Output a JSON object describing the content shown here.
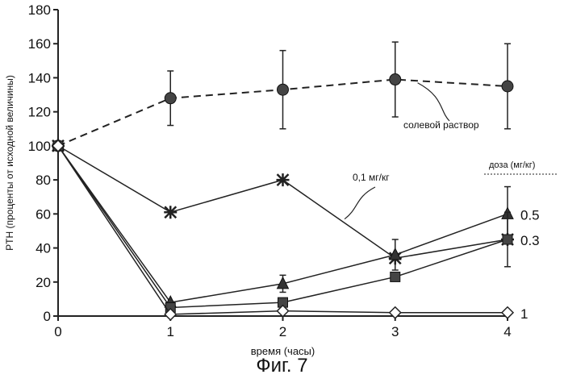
{
  "caption": "Фиг. 7",
  "chart_data": {
    "type": "line",
    "title": "",
    "xlabel": "время (часы)",
    "ylabel": "PTH (проценты от исходной величины)",
    "xlim": [
      0,
      4
    ],
    "ylim": [
      0,
      180
    ],
    "x_ticks": [
      0,
      1,
      2,
      3,
      4
    ],
    "y_ticks": [
      0,
      20,
      40,
      60,
      80,
      100,
      120,
      140,
      160,
      180
    ],
    "grid": false,
    "x": [
      0,
      1,
      2,
      3,
      4
    ],
    "series": [
      {
        "name": "солевой раствор",
        "marker": "circle",
        "line": "dashed",
        "values": [
          100,
          128,
          133,
          139,
          135
        ],
        "error": [
          null,
          16,
          23,
          22,
          25
        ]
      },
      {
        "name": "0,1 мг/кг",
        "marker": "x",
        "line": "solid",
        "values": [
          100,
          61,
          80,
          34,
          45
        ],
        "error": [
          null,
          null,
          null,
          null,
          null
        ]
      },
      {
        "name": "0.5",
        "marker": "triangle",
        "line": "solid",
        "values": [
          100,
          8,
          19,
          36,
          60
        ],
        "error": [
          null,
          null,
          5,
          9,
          16
        ]
      },
      {
        "name": "0.3",
        "marker": "square",
        "line": "solid",
        "values": [
          100,
          5,
          8,
          23,
          45
        ],
        "error": [
          null,
          null,
          null,
          null,
          16
        ]
      },
      {
        "name": "1",
        "marker": "diamond",
        "line": "solid",
        "values": [
          100,
          1,
          3,
          2,
          2
        ],
        "error": [
          null,
          null,
          null,
          null,
          null
        ]
      }
    ],
    "legend_title": "доза (мг/кг)",
    "annotations": [
      "солевой раствор",
      "0,1 мг/кг"
    ]
  }
}
